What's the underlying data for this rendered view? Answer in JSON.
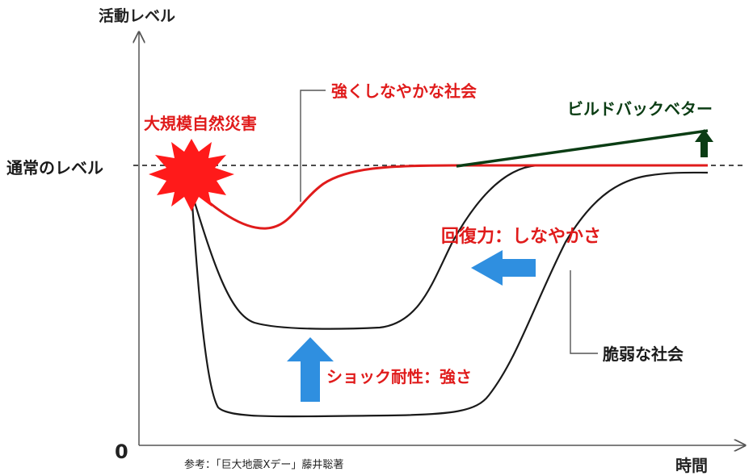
{
  "axes": {
    "y_label": "活動レベル",
    "x_label": "時間",
    "origin_label": "0",
    "normal_level_label": "通常のレベル"
  },
  "labels": {
    "disaster": "大規模自然災害",
    "resilient_society": "強くしなやかな社会",
    "build_back_better": "ビルドバックベター",
    "recovery": "回復力：しなやかさ",
    "shock_resistance": "ショック耐性：強さ",
    "fragile_society": "脆弱な社会",
    "source": "参考：「巨大地震Xデー」藤井聡著"
  },
  "colors": {
    "red": "#e01b1b",
    "black": "#1a1a1a",
    "dark_green": "#0b3d14",
    "blue": "#2f8fe0",
    "burst": "#ff1a1a"
  }
}
